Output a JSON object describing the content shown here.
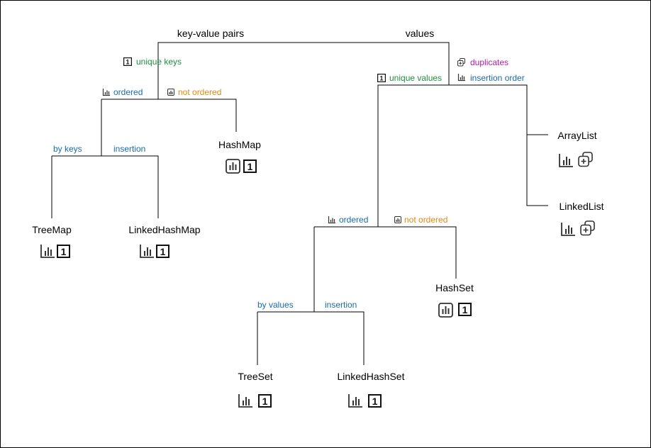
{
  "colors": {
    "line": "#000000",
    "blue": "#1a6aa8",
    "green": "#1e9040",
    "orange": "#e08a1a",
    "purple": "#b020b0",
    "icon": "#333333"
  },
  "top": {
    "key_value_pairs": "key-value pairs",
    "values": "values"
  },
  "edge_labels": {
    "unique_keys": "unique keys",
    "ordered_map": "ordered",
    "not_ordered_map": "not ordered",
    "by_keys": "by keys",
    "insertion_map": "insertion",
    "duplicates": "duplicates",
    "insertion_order": "insertion order",
    "unique_values": "unique values",
    "ordered_set": "ordered",
    "not_ordered_set": "not ordered",
    "by_values": "by values",
    "insertion_set": "insertion"
  },
  "icon_glyphs": {
    "unique": "1",
    "duplicates": "+"
  },
  "nodes": {
    "hashmap": "HashMap",
    "treemap": "TreeMap",
    "linkedhashmap": "LinkedHashMap",
    "arraylist": "ArrayList",
    "linkedlist": "LinkedList",
    "hashset": "HashSet",
    "treeset": "TreeSet",
    "linkedhashset": "LinkedHashSet"
  },
  "icons": {
    "ordered": "bar-chart-icon",
    "not_ordered": "bar-chart-boxed-icon",
    "unique": "number-one-icon",
    "duplicates": "duplicate-plus-icon"
  }
}
